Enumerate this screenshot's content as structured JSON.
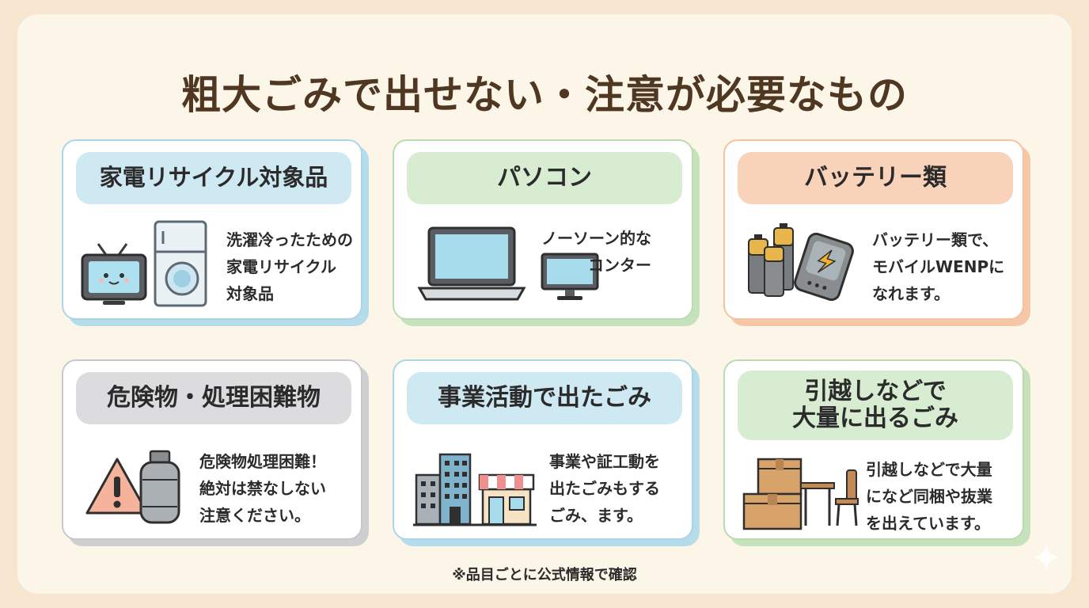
{
  "title": "粗大ごみで出せない・注意が必要なもの",
  "colors": {
    "background": "#f6e6cf",
    "panel": "#fcf6e9",
    "title": "#4f3722",
    "blue": "#cfe9f3",
    "green": "#d7ecd1",
    "orange": "#f8d3b9",
    "gray": "#dcdcdf"
  },
  "cards": [
    {
      "title": "家電リサイクル対象品",
      "desc": [
        "洗濯冷ったための",
        "家電リサイクル",
        "対象品"
      ],
      "icons": [
        "tv-icon",
        "fridge-washer-icon"
      ]
    },
    {
      "title": "パソコン",
      "desc": [
        "ノーソーン的な",
        "コンター"
      ],
      "icons": [
        "laptop-icon",
        "monitor-icon"
      ]
    },
    {
      "title": "バッテリー類",
      "desc": [
        "バッテリー類で、",
        "モバイルWENPに",
        "なれます。"
      ],
      "icons": [
        "battery-icon",
        "power-bank-icon"
      ]
    },
    {
      "title": "危険物・処理困難物",
      "desc": [
        "危険物処理困難！",
        "絶対は禁なしない",
        "注意ください。"
      ],
      "icons": [
        "warning-icon",
        "gas-cylinder-icon"
      ]
    },
    {
      "title": "事業活動で出たごみ",
      "desc": [
        "事業や証工動を",
        "出たごみもする",
        "ごみ、ます。"
      ],
      "icons": [
        "building-icon",
        "shop-icon"
      ]
    },
    {
      "title_lines": [
        "引越しなどで",
        "大量に出るごみ"
      ],
      "desc": [
        "引越しなどで大量",
        "になど同梱や抜業",
        "を出えています。"
      ],
      "icons": [
        "boxes-icon",
        "furniture-icon"
      ]
    }
  ],
  "footnote": "※品目ごとに公式情報で確認"
}
